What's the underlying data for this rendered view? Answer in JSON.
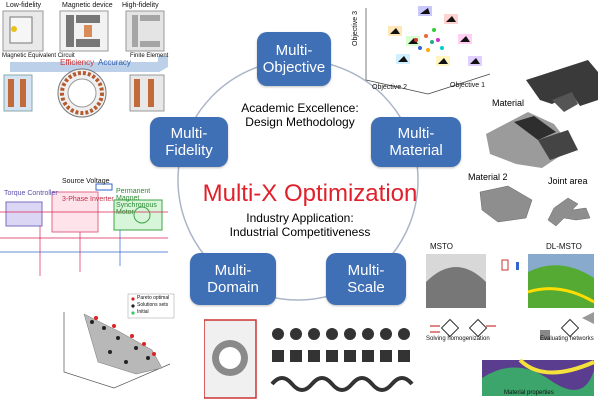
{
  "title": "Multi-X Optimization",
  "boxes": {
    "objective": "Multi-\nObjective",
    "fidelity": "Multi-\nFidelity",
    "material": "Multi-\nMaterial",
    "domain": "Multi-\nDomain",
    "scale": "Multi-\nScale"
  },
  "academic": "Academic Excellence:\nDesign Methodology",
  "industry": "Industry Application:\nIndustrial Competitiveness",
  "fidelity_panel": {
    "low": "Low-fidelity",
    "magnetic": "Magnetic device",
    "high": "High-fidelity",
    "circuit": "Magnetic Equivalent Circuit",
    "fea": "Finite Element",
    "efficiency": "Efficiency",
    "accuracy": "Accuracy"
  },
  "objective_panel": {
    "axis1": "Objective 1",
    "axis2": "Objective 2",
    "axis3": "Objective 3"
  },
  "material_panel": {
    "material1": "Material",
    "material2": "Material 2",
    "joint": "Joint area"
  },
  "domain_panel": {
    "source": "Source Voltage",
    "torque": "Torque Controller",
    "inverter": "3-Phase Inverter",
    "motor": "Permanent Magnet\nSynchronous Motor",
    "legend1": "Pareto optimal",
    "legend2": "Solutions sets",
    "legend3": "Initial"
  },
  "scale_panel": {
    "msto": "MSTO",
    "dlmsto": "DL-MSTO",
    "homog": "Solving homogenization",
    "evalnet": "Evaluating networks",
    "props": "Material properties"
  },
  "colors": {
    "box": "#3f6fb5",
    "title": "#e0202a",
    "circle": "#aab6c8"
  }
}
